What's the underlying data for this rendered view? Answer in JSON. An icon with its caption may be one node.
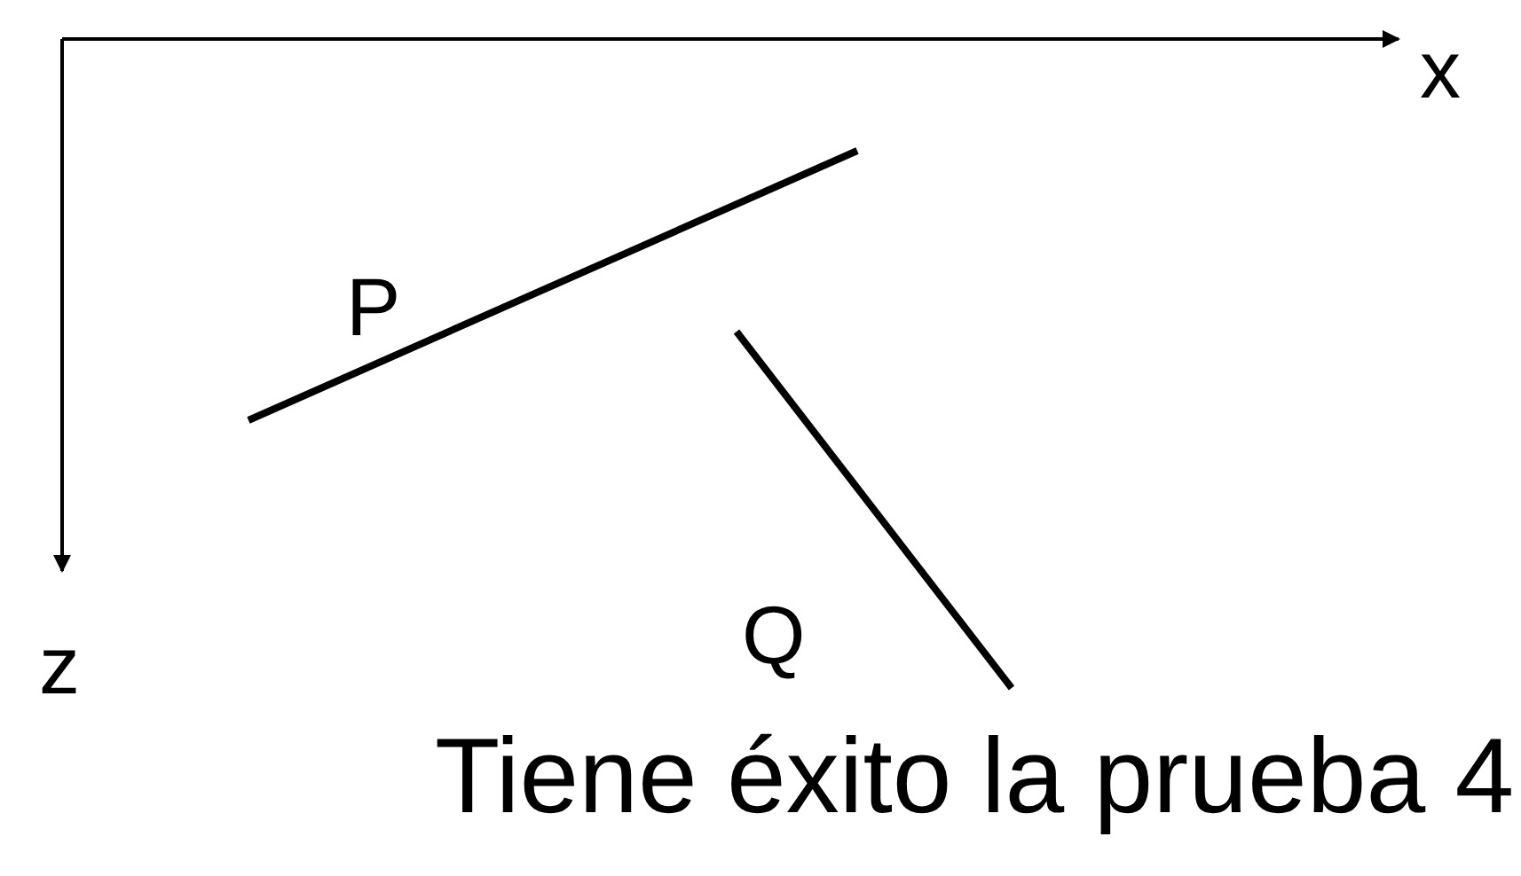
{
  "diagram": {
    "caption": "Tiene éxito la prueba 4",
    "labels": [
      "x",
      "P",
      "Q",
      "z"
    ]
  }
}
